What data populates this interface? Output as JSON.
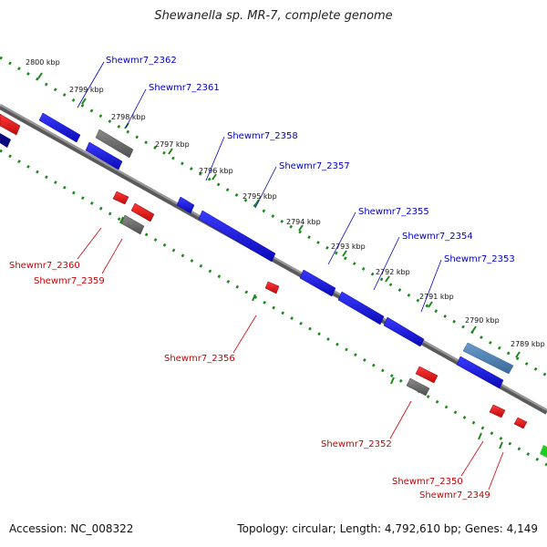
{
  "title": "Shewanella sp. MR-7, complete genome",
  "accession_text": "Accession: NC_008322",
  "summary_text": "Topology: circular; Length: 4,792,610 bp; Genes: 4,149",
  "colors": {
    "backbone": "#8a8a8a",
    "tick_dots": "#1a8a1a",
    "gene_forward": "#1a1aee",
    "gene_reverse": "#ee1a1a",
    "gene_grey": "#6e6e6e",
    "gene_steel": "#4a80b0",
    "gene_green": "#22cc22",
    "label_blue": "#0000cc",
    "label_red": "#cc0000"
  },
  "ticks": [
    {
      "label": "2800 kbp"
    },
    {
      "label": "2799 kbp"
    },
    {
      "label": "2798 kbp"
    },
    {
      "label": "2797 kbp"
    },
    {
      "label": "2796 kbp"
    },
    {
      "label": "2795 kbp"
    },
    {
      "label": "2794 kbp"
    },
    {
      "label": "2793 kbp"
    },
    {
      "label": "2792 kbp"
    },
    {
      "label": "2791 kbp"
    },
    {
      "label": "2790 kbp"
    },
    {
      "label": "2789 kbp"
    }
  ],
  "gene_labels_top": [
    {
      "text": "Shewmr7_2362"
    },
    {
      "text": "Shewmr7_2361"
    },
    {
      "text": "Shewmr7_2358"
    },
    {
      "text": "Shewmr7_2357"
    },
    {
      "text": "Shewmr7_2355"
    },
    {
      "text": "Shewmr7_2354"
    },
    {
      "text": "Shewmr7_2353"
    }
  ],
  "gene_labels_bottom": [
    {
      "text": "Shewmr7_2360"
    },
    {
      "text": "Shewmr7_2359"
    },
    {
      "text": "Shewmr7_2356"
    },
    {
      "text": "Shewmr7_2352"
    },
    {
      "text": "Shewmr7_2350"
    },
    {
      "text": "Shewmr7_2349"
    }
  ]
}
